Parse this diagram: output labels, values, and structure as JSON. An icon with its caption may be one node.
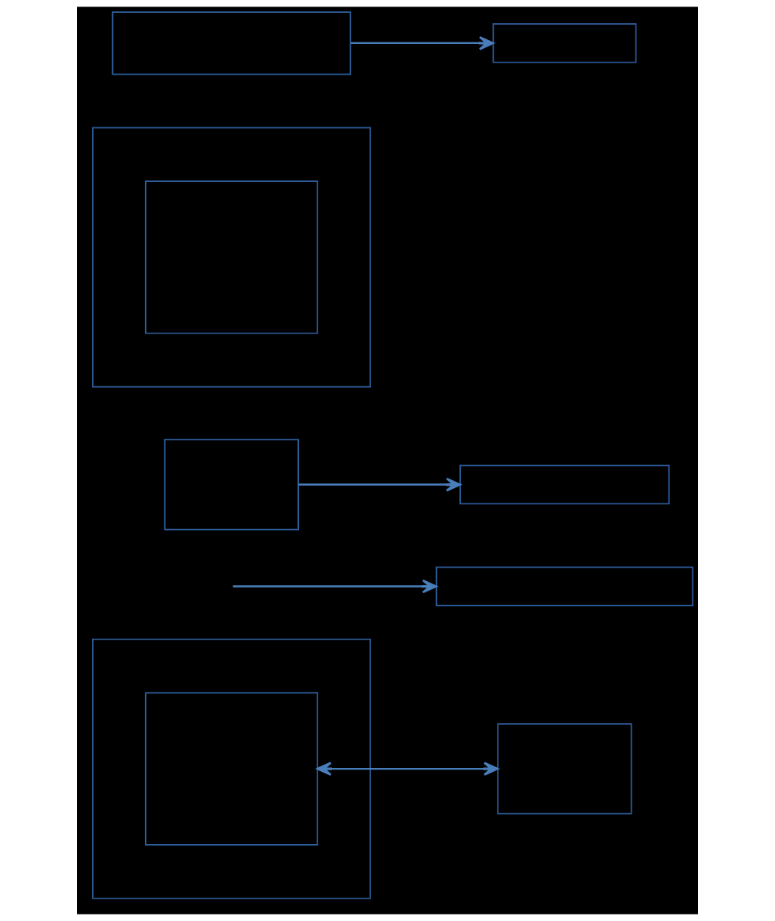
{
  "diagram": {
    "nodes": [
      {
        "text": [],
        "shape": "box"
      },
      {
        "text": [],
        "shape": "box"
      },
      {
        "text": [],
        "shape": "box"
      },
      {
        "text": [],
        "shape": "box",
        "in": 2
      },
      {
        "text": [],
        "shape": "box"
      },
      {
        "text": [],
        "shape": "box"
      },
      {
        "text": [],
        "shape": "box"
      },
      {
        "text": [],
        "shape": "box"
      },
      {
        "text": [],
        "shape": "box",
        "in": 7
      },
      {
        "text": [],
        "shape": "box"
      }
    ],
    "edges": [
      {
        "from": 0,
        "to": 1,
        "arrow": "to"
      },
      {
        "from": 4,
        "to": 5,
        "arrow": "to"
      },
      {
        "from": null,
        "to": 6,
        "arrow": "to"
      },
      {
        "from": 8,
        "to": 9,
        "arrow": "both"
      }
    ]
  }
}
